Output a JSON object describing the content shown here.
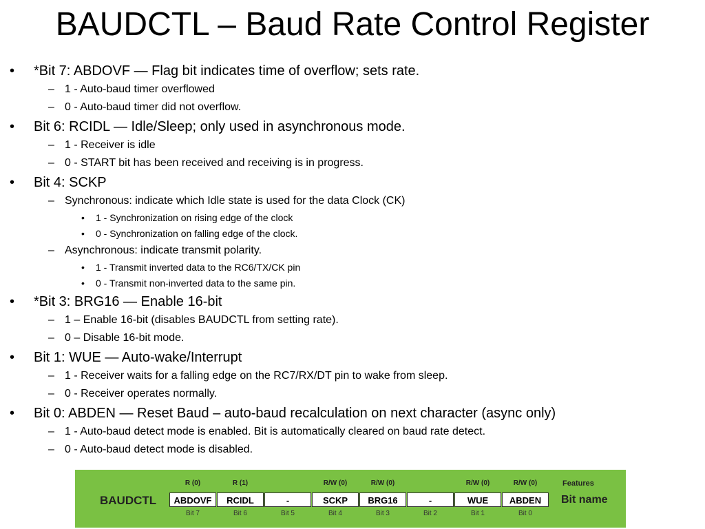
{
  "title": "BAUDCTL – Baud Rate Control Register",
  "lines": [
    {
      "level": 1,
      "marker": "•",
      "text": "*Bit 7: ABDOVF  — Flag bit indicates time of overflow; sets rate."
    },
    {
      "level": 2,
      "marker": "–",
      "text": "1 - Auto-baud timer overflowed"
    },
    {
      "level": 2,
      "marker": "–",
      "text": "0 - Auto-baud timer did not overflow."
    },
    {
      "level": 1,
      "marker": "•",
      "text": "Bit 6: RCIDL — Idle/Sleep; only used in asynchronous mode."
    },
    {
      "level": 2,
      "marker": "–",
      "text": "1 - Receiver is idle"
    },
    {
      "level": 2,
      "marker": "–",
      "text": "0 - START bit has been received and receiving is in progress."
    },
    {
      "level": 1,
      "marker": "•",
      "text": "Bit 4: SCKP"
    },
    {
      "level": 2,
      "marker": "–",
      "text": "Synchronous: indicate which Idle state is used for the data Clock (CK)"
    },
    {
      "level": 3,
      "marker": "•",
      "text": "1 - Synchronization on rising edge of the clock"
    },
    {
      "level": 3,
      "marker": "•",
      "text": "0 - Synchronization on falling edge of the clock."
    },
    {
      "level": 2,
      "marker": "–",
      "text": "Asynchronous: indicate transmit polarity."
    },
    {
      "level": 3,
      "marker": "•",
      "text": "1 - Transmit inverted data to the RC6/TX/CK pin"
    },
    {
      "level": 3,
      "marker": "•",
      "text": "0 - Transmit non-inverted data to the same pin."
    },
    {
      "level": 1,
      "marker": "•",
      "text": "*Bit 3: BRG16 — Enable 16-bit"
    },
    {
      "level": 2,
      "marker": "–",
      "text": "1 – Enable 16-bit (disables BAUDCTL from setting rate)."
    },
    {
      "level": 2,
      "marker": "–",
      "text": "0 – Disable 16-bit mode."
    },
    {
      "level": 1,
      "marker": "•",
      "text": "Bit 1: WUE — Auto-wake/Interrupt"
    },
    {
      "level": 2,
      "marker": "–",
      "text": "1 - Receiver waits for a falling edge on the RC7/RX/DT pin to wake from sleep."
    },
    {
      "level": 2,
      "marker": "–",
      "text": "0 - Receiver operates normally."
    },
    {
      "level": 1,
      "marker": "•",
      "text": "Bit 0: ABDEN — Reset Baud – auto-baud recalculation on next character (async only)"
    },
    {
      "level": 2,
      "marker": "–",
      "text": "1 - Auto-baud detect mode is enabled. Bit is automatically cleared on baud rate detect."
    },
    {
      "level": 2,
      "marker": "–",
      "text": "0 - Auto-baud detect mode is disabled."
    }
  ],
  "register": {
    "name": "BAUDCTL",
    "features_label": "Features",
    "bitname_label": "Bit name",
    "background_color": "#7ac143",
    "cells": [
      {
        "access": "R (0)",
        "name": "ABDOVF",
        "bit": "Bit 7"
      },
      {
        "access": "R (1)",
        "name": "RCIDL",
        "bit": "Bit 6"
      },
      {
        "access": "",
        "name": "-",
        "bit": "Bit 5"
      },
      {
        "access": "R/W (0)",
        "name": "SCKP",
        "bit": "Bit 4"
      },
      {
        "access": "R/W (0)",
        "name": "BRG16",
        "bit": "Bit 3"
      },
      {
        "access": "",
        "name": "-",
        "bit": "Bit 2"
      },
      {
        "access": "R/W (0)",
        "name": "WUE",
        "bit": "Bit 1"
      },
      {
        "access": "R/W (0)",
        "name": "ABDEN",
        "bit": "Bit 0"
      }
    ]
  }
}
